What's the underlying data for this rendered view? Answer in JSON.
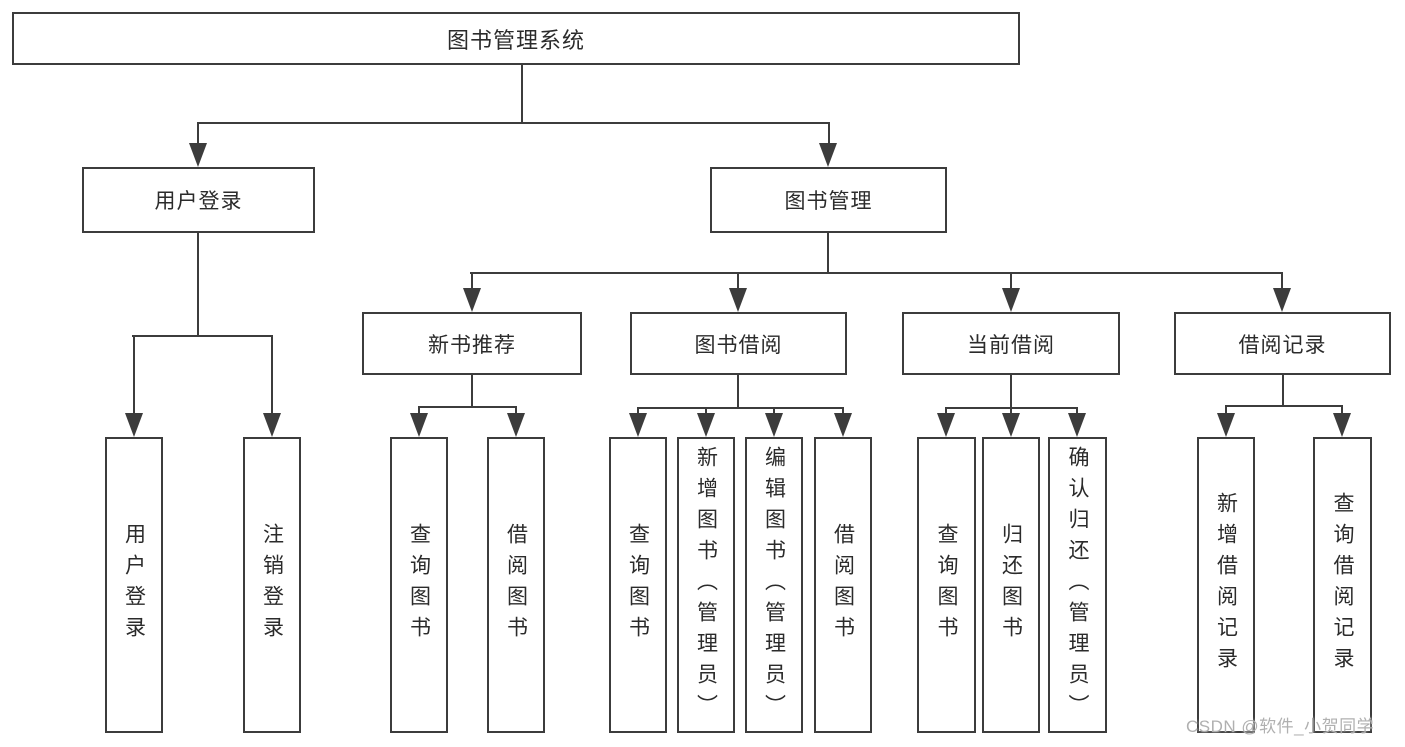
{
  "tree": {
    "root": {
      "label": "图书管理系统"
    },
    "branches": [
      {
        "label": "用户登录",
        "children": [
          {
            "label": "用户登录"
          },
          {
            "label": "注销登录"
          }
        ]
      },
      {
        "label": "图书管理",
        "children": [
          {
            "label": "新书推荐",
            "children": [
              {
                "label": "查询图书"
              },
              {
                "label": "借阅图书"
              }
            ]
          },
          {
            "label": "图书借阅",
            "children": [
              {
                "label": "查询图书"
              },
              {
                "label": "新增图书（管理员）"
              },
              {
                "label": "编辑图书（管理员）"
              },
              {
                "label": "借阅图书"
              }
            ]
          },
          {
            "label": "当前借阅",
            "children": [
              {
                "label": "查询图书"
              },
              {
                "label": "归还图书"
              },
              {
                "label": "确认归还（管理员）"
              }
            ]
          },
          {
            "label": "借阅记录",
            "children": [
              {
                "label": "新增借阅记录"
              },
              {
                "label": "查询借阅记录"
              }
            ]
          }
        ]
      }
    ]
  },
  "watermark": {
    "text": "CSDN @软件_小贺同学"
  },
  "colors": {
    "line": "#3c3c3c",
    "text": "#2b2b2b",
    "background": "#ffffff",
    "watermark": "#b0b0b0"
  }
}
